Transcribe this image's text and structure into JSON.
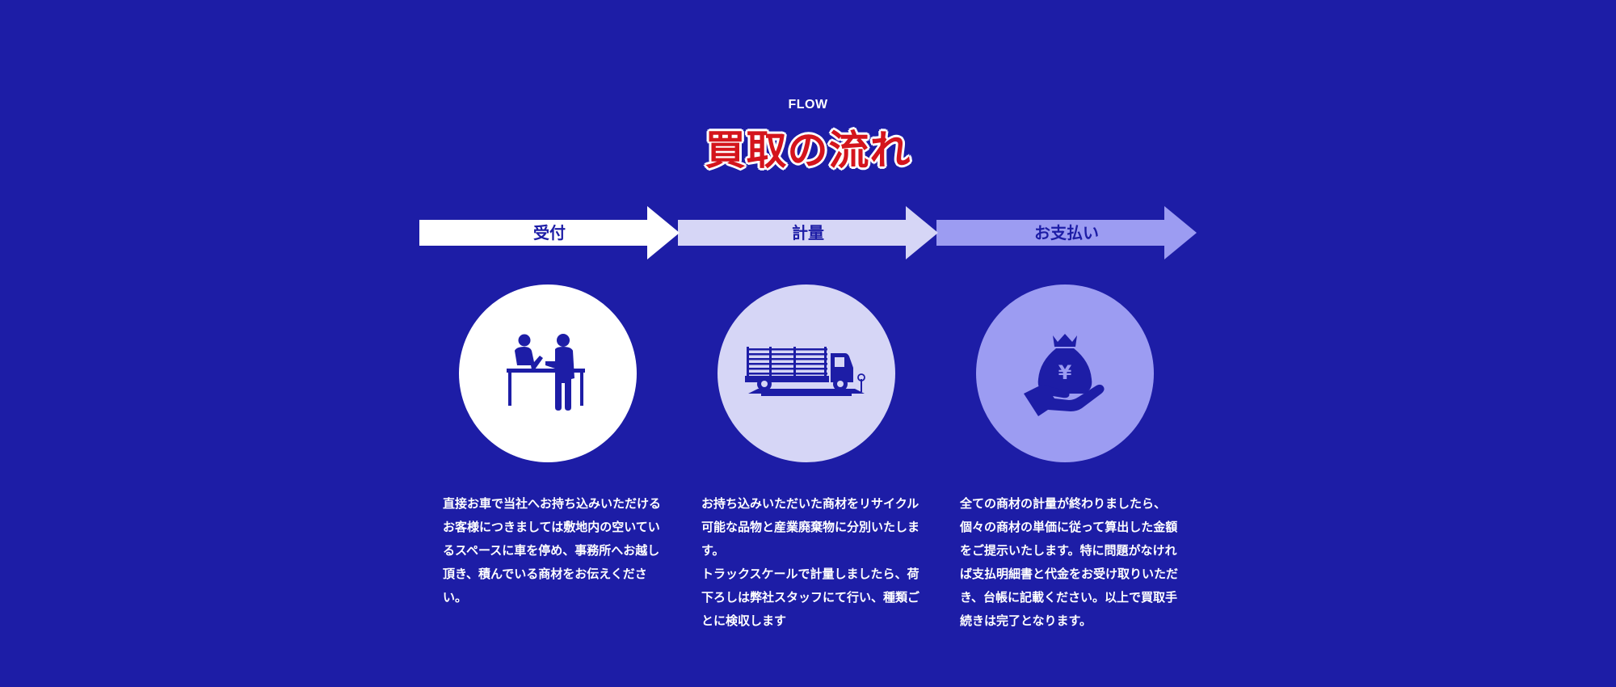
{
  "section": {
    "label": "FLOW",
    "title": "買取の流れ"
  },
  "colors": {
    "background": "#1d1da6",
    "title_red": "#d4141c",
    "step1": "#ffffff",
    "step2": "#d6d6f6",
    "step3": "#9c9cf2"
  },
  "steps": [
    {
      "label": "受付",
      "icon": "reception-people-icon",
      "description": "直接お車で当社へお持ち込みいただけるお客様につきましては敷地内の空いているスペースに車を停め、事務所へお越し頂き、積んでいる商材をお伝えください。"
    },
    {
      "label": "計量",
      "icon": "truck-scale-icon",
      "description": "お持ち込みいただいた商材をリサイクル可能な品物と産業廃棄物に分別いたします。\nトラックスケールで計量しましたら、荷下ろしは弊社スタッフにて行い、種類ごとに検収します"
    },
    {
      "label": "お支払い",
      "icon": "money-bag-hand-icon",
      "description": "全ての商材の計量が終わりましたら、個々の商材の単価に従って算出した金額をご提示いたします。特に問題がなければ支払明細書と代金をお受け取りいただき、台帳に記載ください。以上で買取手続きは完了となります。",
      "icon_symbol": "¥"
    }
  ]
}
